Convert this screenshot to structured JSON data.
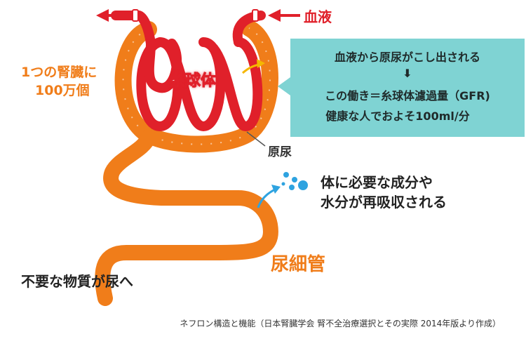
{
  "labels": {
    "blood": "血液",
    "count_line1": "1つの腎臓に",
    "count_line2": "100万個",
    "glomerulus": "糸球体",
    "urine": "原尿",
    "reabsorb_line1": "体に必要な成分や",
    "reabsorb_line2": "水分が再吸収される",
    "tubule": "尿細管",
    "waste": "不要な物質が尿へ"
  },
  "info": {
    "line1": "血液から原尿がこし出される",
    "arrow": "⬇",
    "line2": "この働き＝糸球体濾過量（GFR)",
    "line3": "健康な人でおよそ100ml/分"
  },
  "caption": "ネフロン構造と機能（日本腎臓学会 腎不全治療選択とその実際 2014年版より作成）",
  "colors": {
    "orange": "#f07d1a",
    "red": "#e0202a",
    "teal": "#7fd3d3",
    "droplet": "#2ea3e0"
  }
}
